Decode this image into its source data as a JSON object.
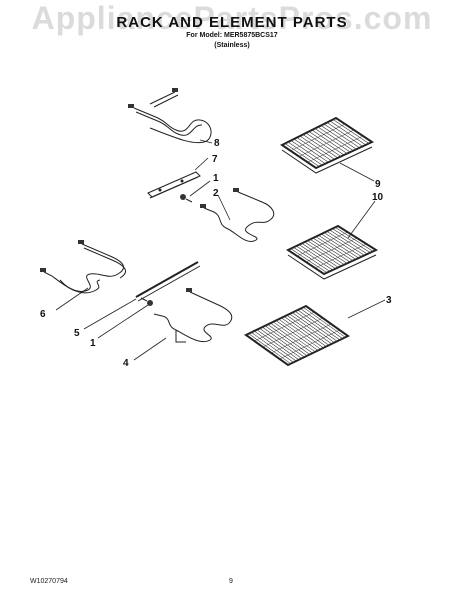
{
  "watermark": "AppliancePartsPros.com",
  "title": "RACK AND ELEMENT PARTS",
  "model_line": "For Model: MER5875BCS17",
  "finish": "(Stainless)",
  "footer": {
    "doc_number": "W10270794",
    "page": "9"
  },
  "callouts": [
    "1",
    "2",
    "3",
    "4",
    "5",
    "6",
    "7",
    "8",
    "9",
    "10",
    "1"
  ]
}
